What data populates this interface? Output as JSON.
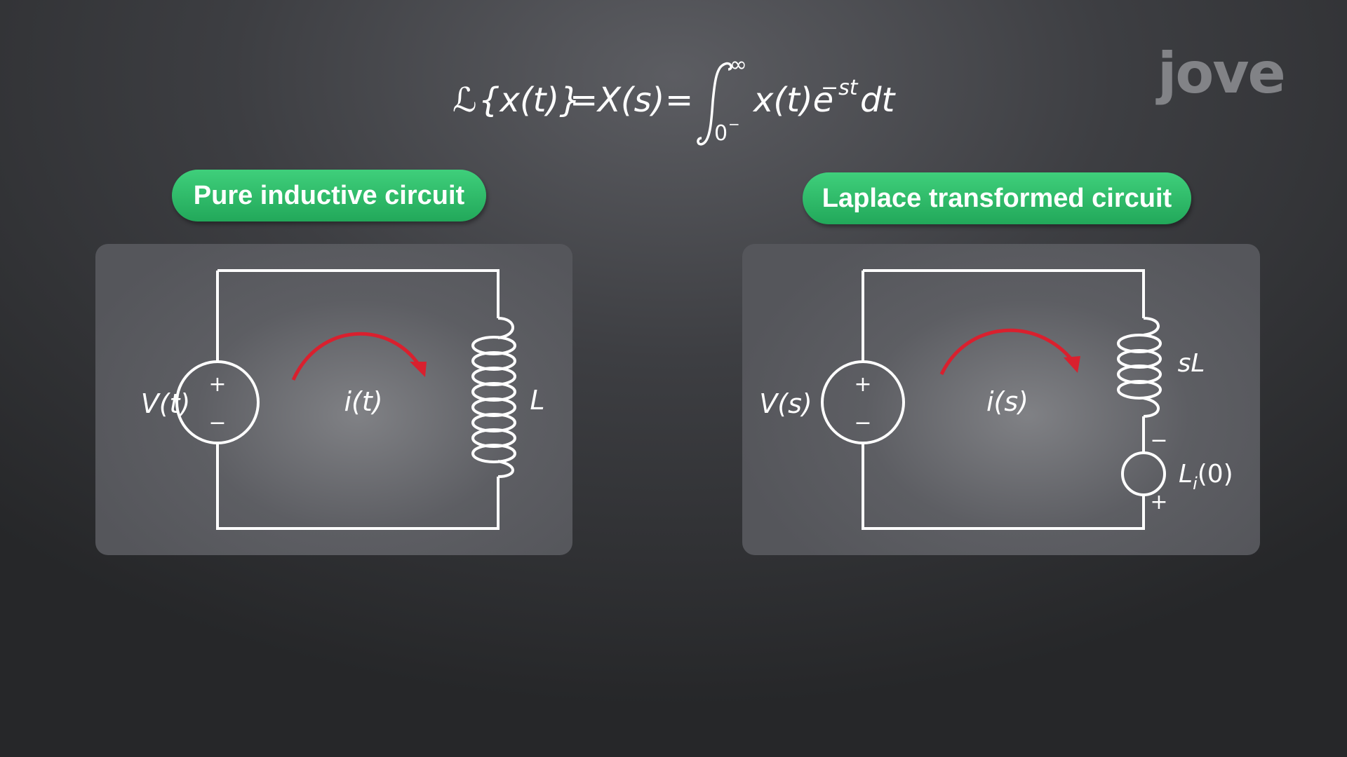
{
  "formula": {
    "laplace_symbol": "ℒ",
    "lhs": "{x(t)}",
    "equals1": "=",
    "Xs": "X(s)",
    "equals2": "=",
    "upper_limit": "∞",
    "lower_limit": "0",
    "lower_sup": "−",
    "integrand": "x(t)e",
    "exponent": "−st",
    "dt": "dt"
  },
  "logo": "jove",
  "left": {
    "title": "Pure inductive circuit",
    "source_label": "V(t)",
    "plus": "+",
    "minus": "−",
    "current_label": "i(t)",
    "inductor_label": "L"
  },
  "right": {
    "title": "Laplace transformed circuit",
    "source_label": "V(s)",
    "plus": "+",
    "minus": "−",
    "current_label": "i(s)",
    "inductor_label": "sL",
    "ic_label": "L",
    "ic_sub": "i",
    "ic_tail": "(0)",
    "ic_minus": "−",
    "ic_plus": "+"
  },
  "colors": {
    "arrow": "#d9202e",
    "pill": "#2dbb68"
  }
}
